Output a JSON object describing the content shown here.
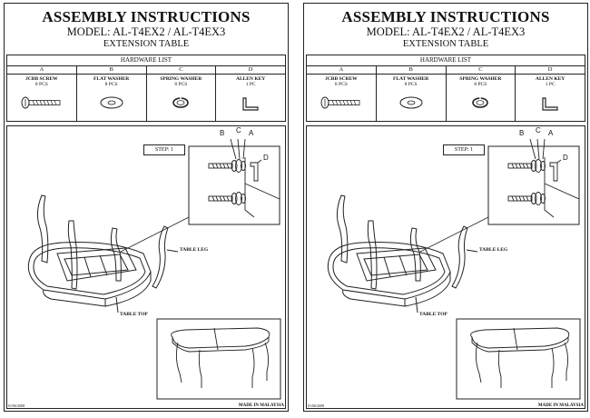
{
  "header": {
    "title": "ASSEMBLY INSTRUCTIONS",
    "model": "MODEL: AL-T4EX2 / AL-T4EX3",
    "subtitle": "EXTENSION TABLE"
  },
  "hardware": {
    "title": "HARDWARE LIST",
    "columns": [
      {
        "letter": "A",
        "name": "JCBB SCREW",
        "qty": "8 PCS",
        "icon": "jcbb-screw-icon"
      },
      {
        "letter": "B",
        "name": "FLAT WASHER",
        "qty": "8 PCS",
        "icon": "flat-washer-icon"
      },
      {
        "letter": "C",
        "name": "SPRING WASHER",
        "qty": "8 PCS",
        "icon": "spring-washer-icon"
      },
      {
        "letter": "D",
        "name": "ALLEN KEY",
        "qty": "1 PC",
        "icon": "allen-key-icon"
      }
    ]
  },
  "step": {
    "label": "STEP: 1",
    "callouts": [
      "B",
      "C",
      "A",
      "D"
    ],
    "table_leg_label": "TABLE LEG",
    "table_top_label": "TABLE TOP"
  },
  "footer": {
    "code": "01/06/2008",
    "made_in": "MADE IN MALAYSIA"
  }
}
